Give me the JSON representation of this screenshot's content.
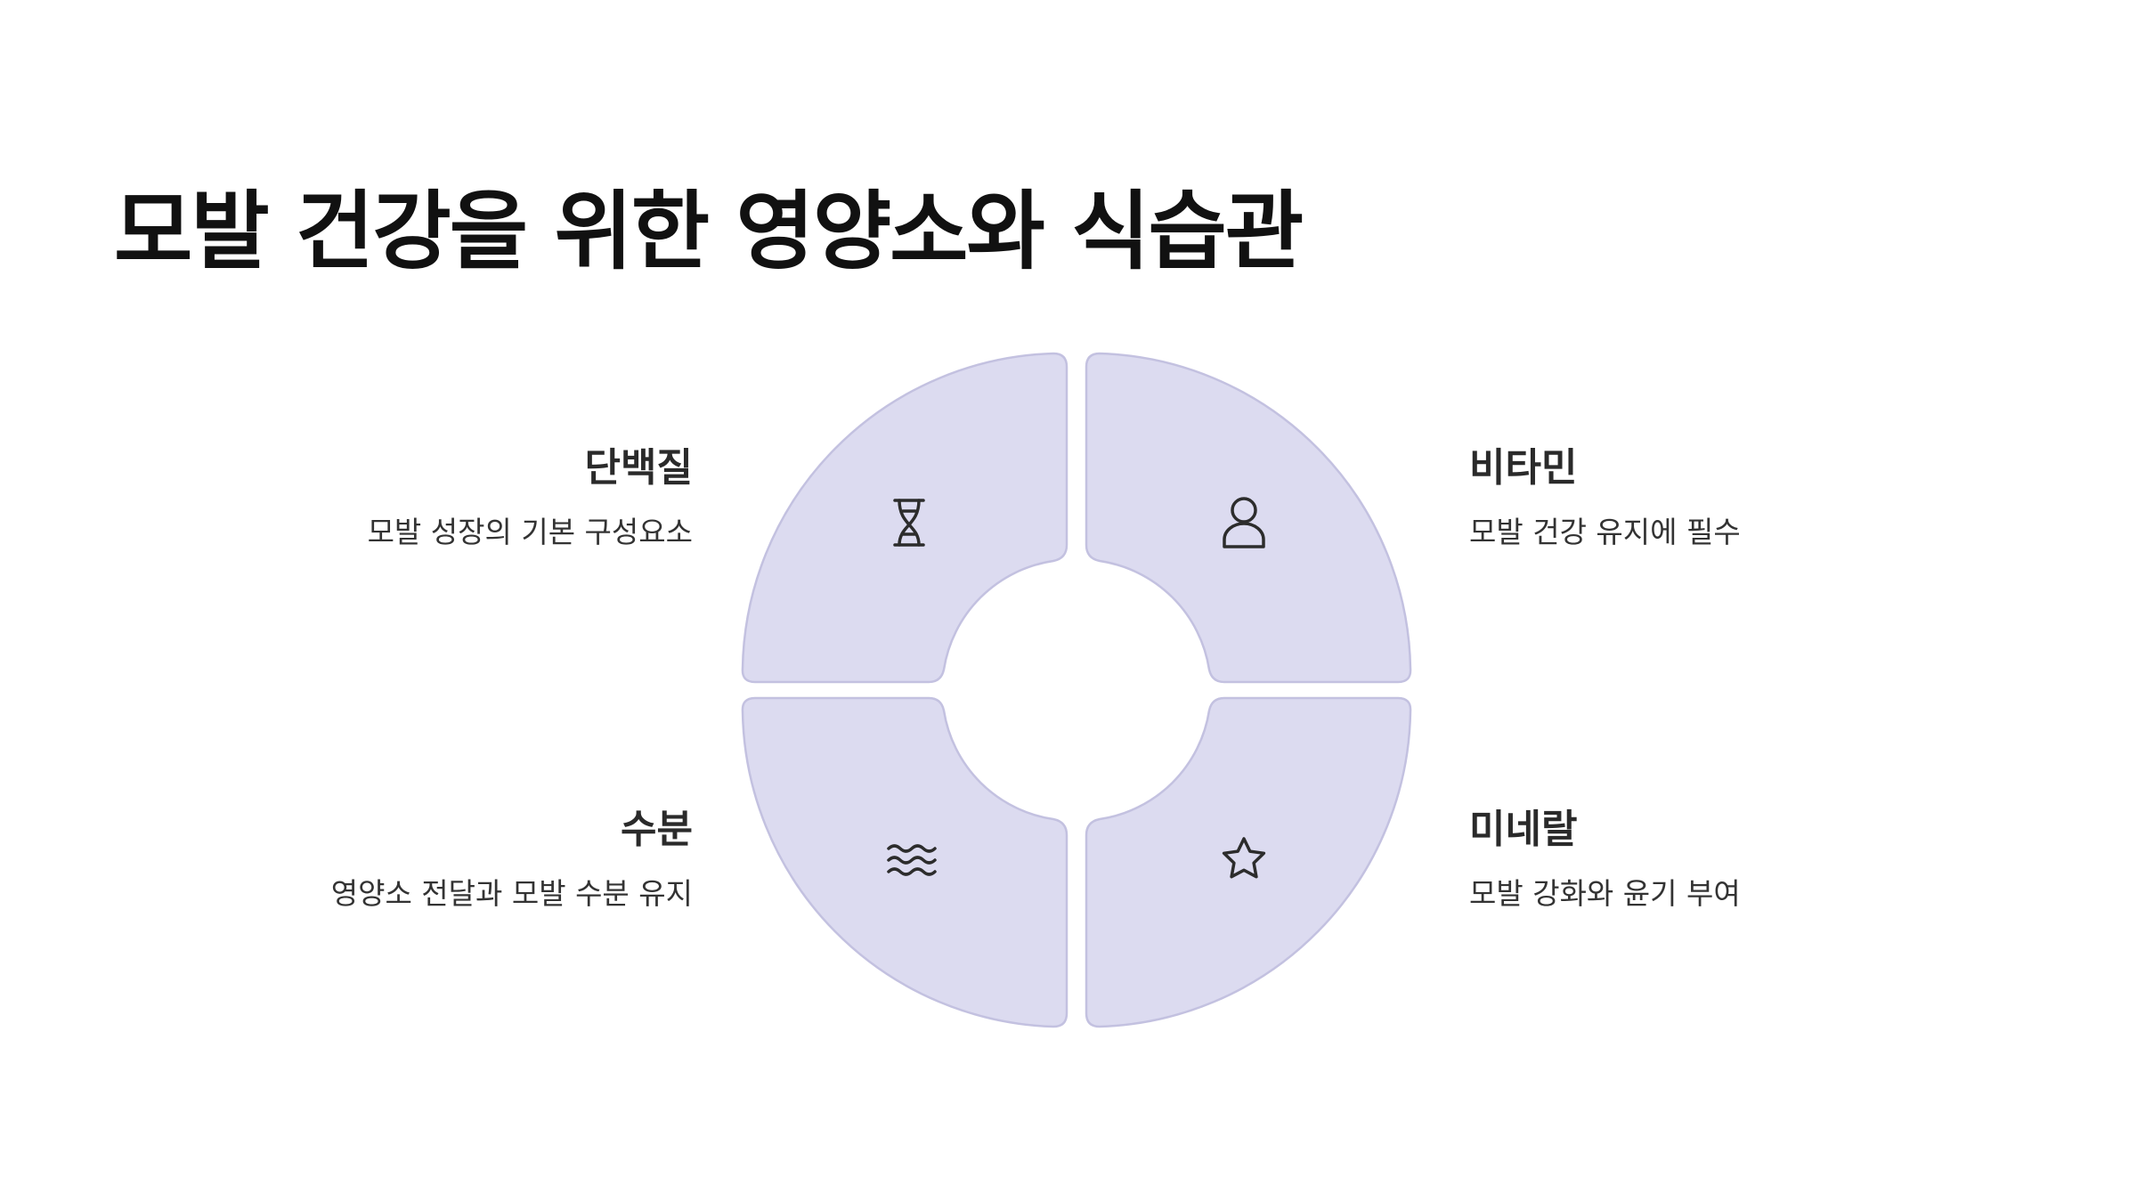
{
  "title": "모발 건강을 위한 영양소와 식습관",
  "segments": [
    {
      "heading": "단백질",
      "description": "모발 성장의 기본 구성요소",
      "icon": "dna-icon"
    },
    {
      "heading": "비타민",
      "description": "모발 건강 유지에 필수",
      "icon": "person-icon"
    },
    {
      "heading": "수분",
      "description": "영양소 전달과 모발 수분 유지",
      "icon": "waves-icon"
    },
    {
      "heading": "미네랄",
      "description": "모발 강화와 윤기 부여",
      "icon": "star-icon"
    }
  ],
  "colors": {
    "segment_fill": "#dcdbf0",
    "segment_stroke": "#c3c1e0",
    "title": "#111111",
    "text": "#222222"
  }
}
